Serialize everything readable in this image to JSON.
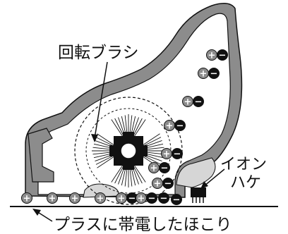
{
  "labels": {
    "brush": "回転ブラシ",
    "ionizer_line1": "イオン",
    "ionizer_line2": "ハケ",
    "dust": "プラスに帯電したほこり"
  },
  "glyphs": {
    "plus": "+",
    "minus": "−"
  },
  "colors": {
    "housing_fill": "#8c8c8c",
    "housing_light": "#d6d6d6",
    "stroke": "#111111",
    "floor": "#111111",
    "particle": "#8c8c8c",
    "hub": "#111111",
    "bristle": "#111111"
  }
}
